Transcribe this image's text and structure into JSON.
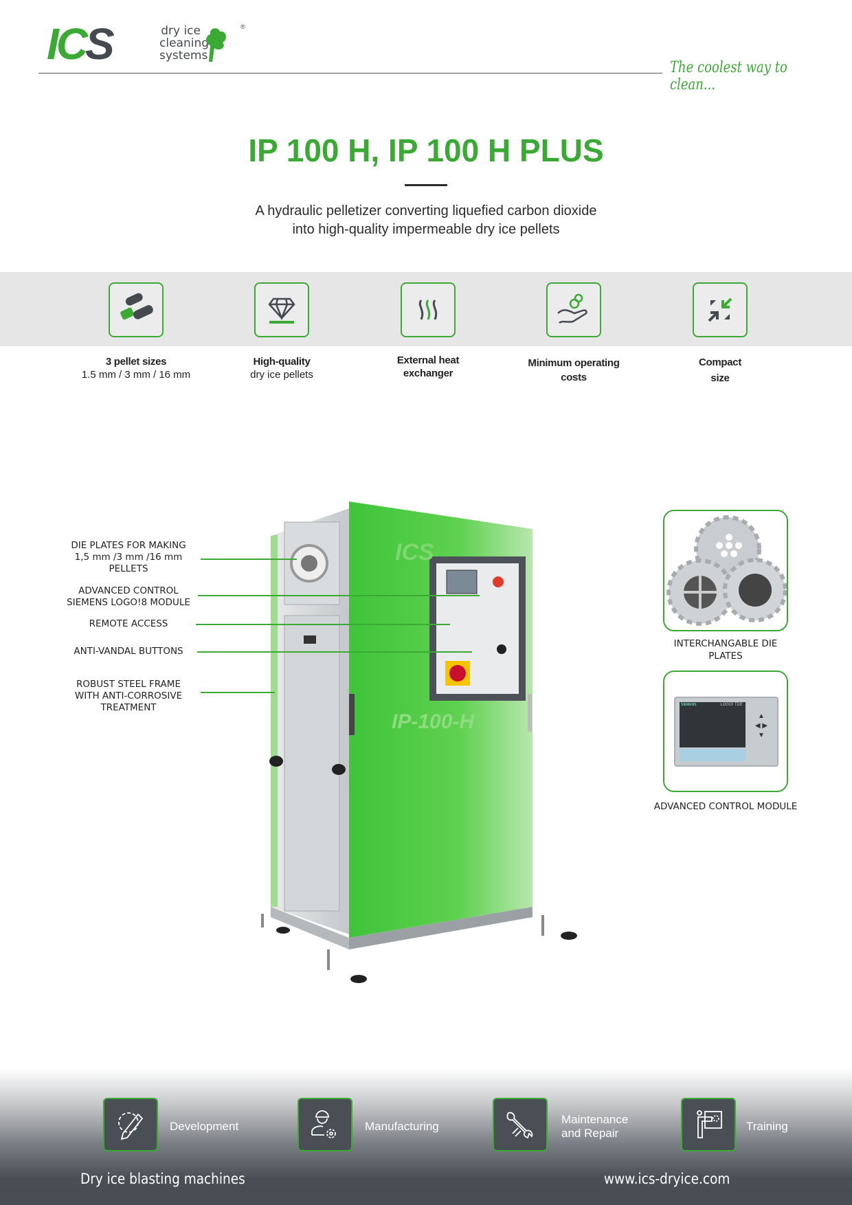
{
  "brand": {
    "logo_letters": "ICS",
    "logo_line1": "dry ice",
    "logo_line2": "cleaning",
    "logo_line3": "systems",
    "tagline": "The coolest way to clean..."
  },
  "title": "IP 100 H, IP 100 H PLUS",
  "subtitle": {
    "line1": "A hydraulic pelletizer converting liquefied carbon dioxide",
    "line2": "into high-quality impermeable dry ice pellets"
  },
  "features": [
    {
      "icon": "pellets-icon",
      "bold": "3 pellet sizes",
      "sub": "1.5 mm / 3 mm / 16 mm"
    },
    {
      "icon": "diamond-icon",
      "bold": "High-quality",
      "sub": "dry ice pellets"
    },
    {
      "icon": "heat-waves-icon",
      "bold": "External heat",
      "bold2": "exchanger"
    },
    {
      "icon": "hand-coins-icon",
      "bold": "Minimum operating",
      "bold2": "costs"
    },
    {
      "icon": "compact-arrows-icon",
      "bold": "Compact",
      "bold2": "size"
    }
  ],
  "callouts": [
    {
      "l1": "DIE PLATES FOR MAKING",
      "l2": "1,5 mm /3 mm /16 mm",
      "l3": "PELLETS"
    },
    {
      "l1": "ADVANCED CONTROL",
      "l2": "SIEMENS LOGO!8 MODULE"
    },
    {
      "l1": "REMOTE ACCESS"
    },
    {
      "l1": "ANTI-VANDAL BUTTONS"
    },
    {
      "l1": "ROBUST STEEL FRAME",
      "l2": "WITH ANTI-CORROSIVE",
      "l3": "TREATMENT"
    }
  ],
  "machine": {
    "logo": "ICS",
    "model_label": "IP-100-H"
  },
  "side_images": [
    {
      "l1": "INTERCHANGABLE DIE",
      "l2": "PLATES"
    },
    {
      "l1": "ADVANCED CONTROL MODULE",
      "screen_brand": "SIEMENS",
      "screen_model": "LOGO! TDE"
    }
  ],
  "services": [
    {
      "icon": "gear-pencil-icon",
      "l1": "Development"
    },
    {
      "icon": "worker-gear-icon",
      "l1": "Manufacturing"
    },
    {
      "icon": "wrench-hand-icon",
      "l1": "Maintenance",
      "l2": "and Repair"
    },
    {
      "icon": "presenter-board-icon",
      "l1": "Training"
    }
  ],
  "footer": {
    "left": "Dry ice blasting machines",
    "right": "www.ics-dryice.com"
  },
  "colors": {
    "green": "#3aaa35",
    "dark": "#454a50",
    "band": "#e6e6e6"
  }
}
